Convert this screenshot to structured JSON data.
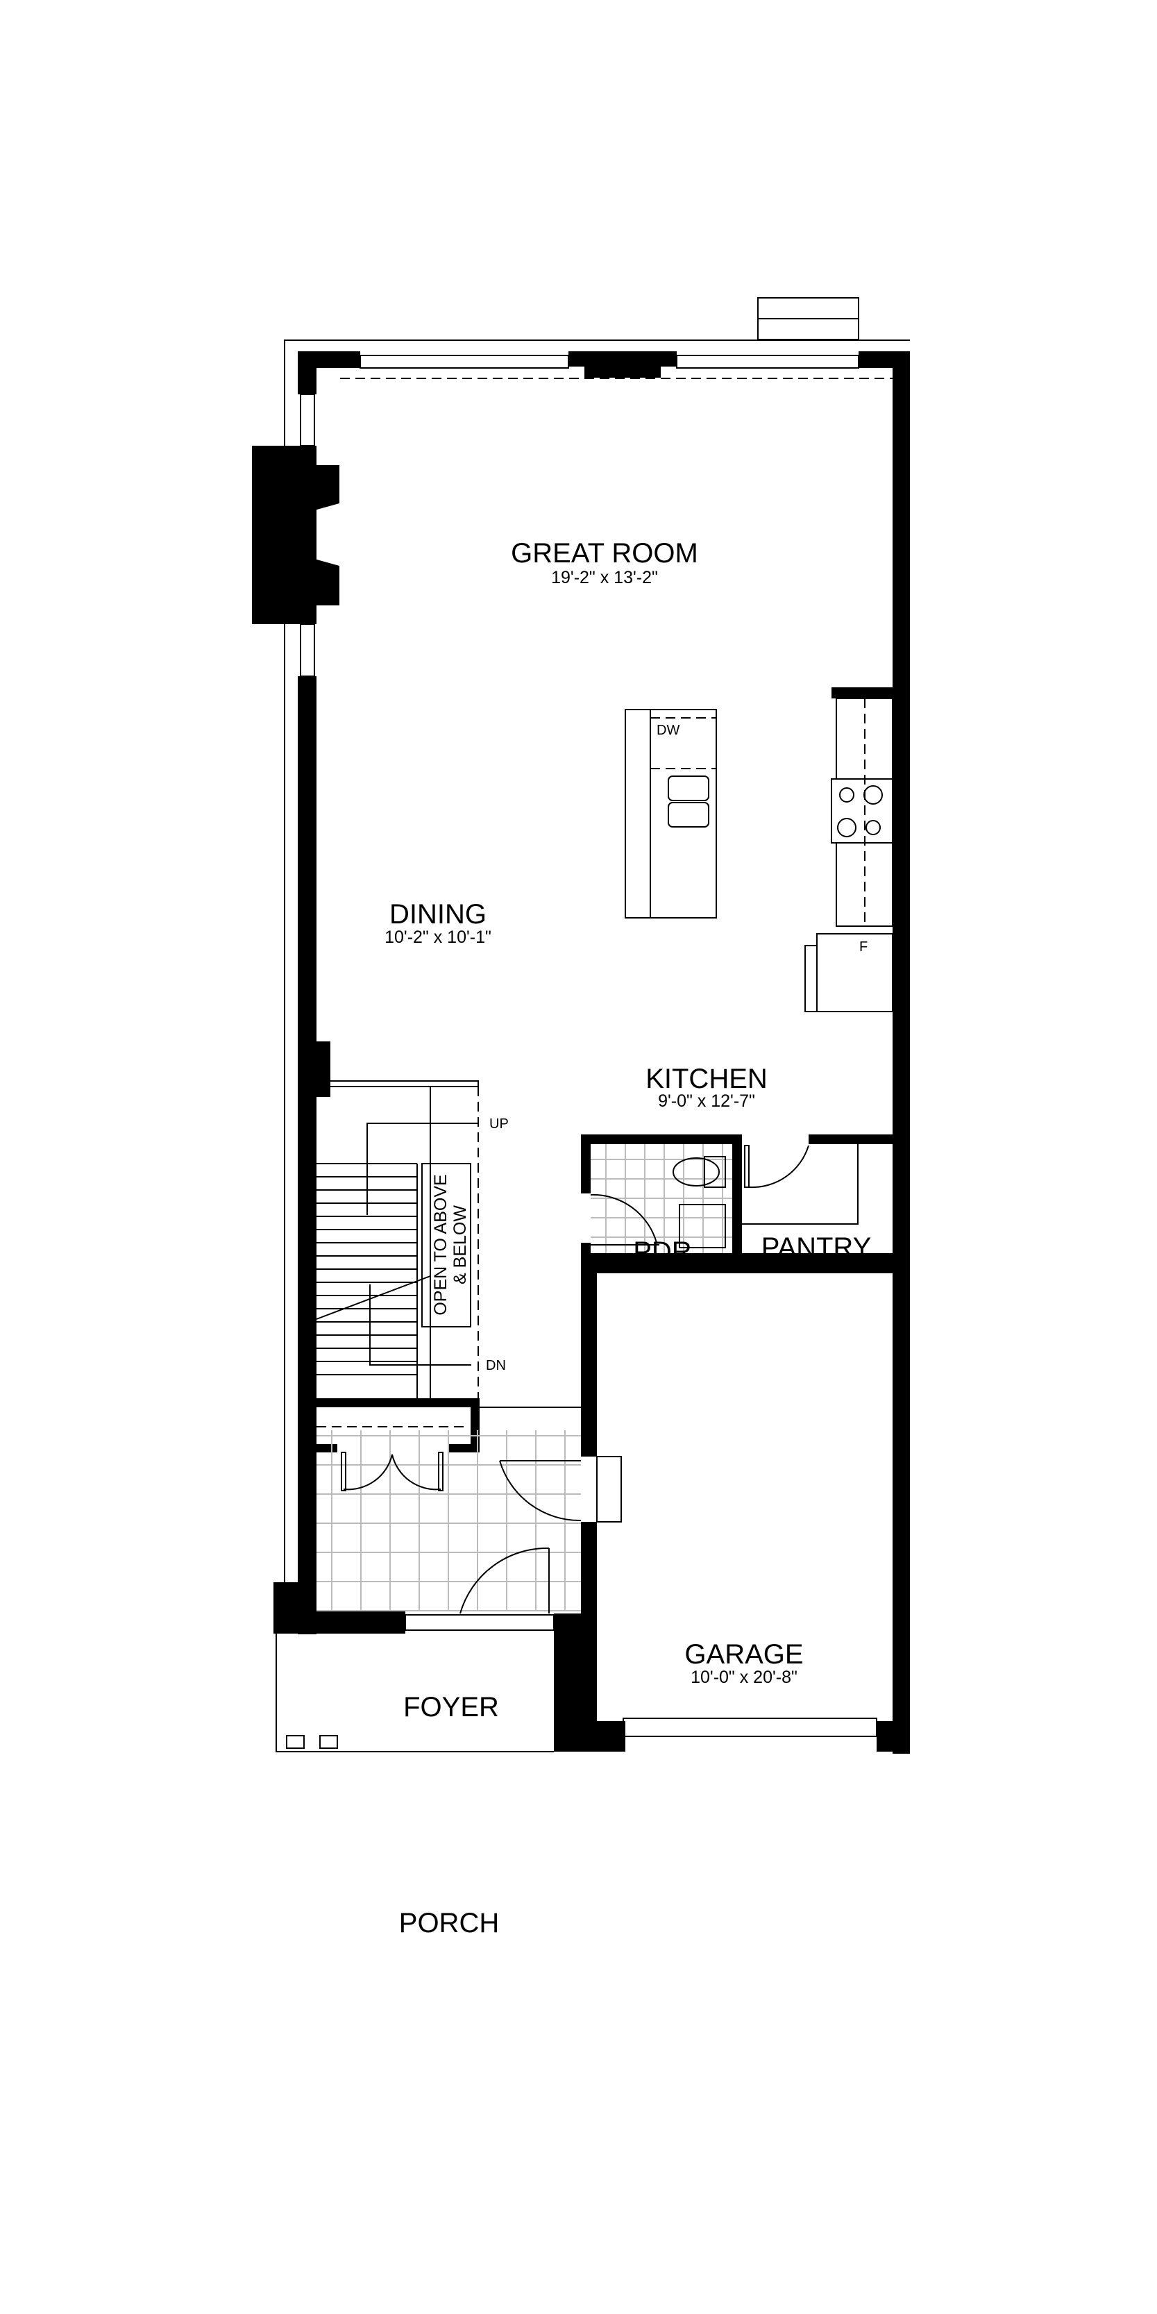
{
  "rooms": {
    "great_room": {
      "name": "GREAT ROOM",
      "size": "19'-2\" x 13'-2\""
    },
    "dining": {
      "name": "DINING",
      "size": "10'-2\" x 10'-1\""
    },
    "kitchen": {
      "name": "KITCHEN",
      "size": "9'-0\" x 12'-7\""
    },
    "powder": {
      "name": "PDR."
    },
    "pantry": {
      "name": "PANTRY"
    },
    "garage": {
      "name": "GARAGE",
      "size": "10'-0\" x 20'-8\""
    },
    "foyer": {
      "name": "FOYER"
    },
    "porch": {
      "name": "PORCH"
    }
  },
  "annotations": {
    "open_line1": "OPEN TO ABOVE",
    "open_line2": "& BELOW",
    "up": "UP",
    "dn": "DN",
    "dishwasher": "DW",
    "fridge": "F"
  }
}
